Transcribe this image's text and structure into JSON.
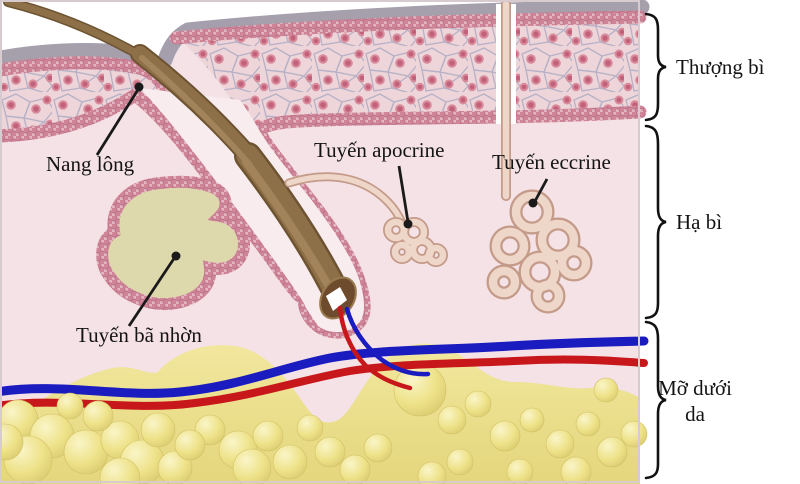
{
  "diagram": {
    "annotations": {
      "nang_long": "Nang lông",
      "tuyen_apocrine": "Tuyến apocrine",
      "tuyen_eccrine": "Tuyến eccrine",
      "tuyen_ba_nhon": "Tuyến bã nhờn"
    },
    "layers": [
      {
        "label": "Thượng bì"
      },
      {
        "label": "Hạ bì"
      },
      {
        "label": "Mỡ dưới da"
      }
    ],
    "colors": {
      "stratum_corneum": "#a29caa",
      "epidermis_cells": "#eed5d9",
      "cell_nucleus": "#c2617a",
      "basal_beads": "#cf8498",
      "dermis": "#f4e2e6",
      "hair": "#8e7048",
      "sebaceous_gland": "#ded9ad",
      "gland_tube": "#eed6c9",
      "subcutaneous_fat": "#ebdf8b",
      "artery_red": "#c8171b",
      "vein_blue": "#1a1cc0"
    }
  }
}
